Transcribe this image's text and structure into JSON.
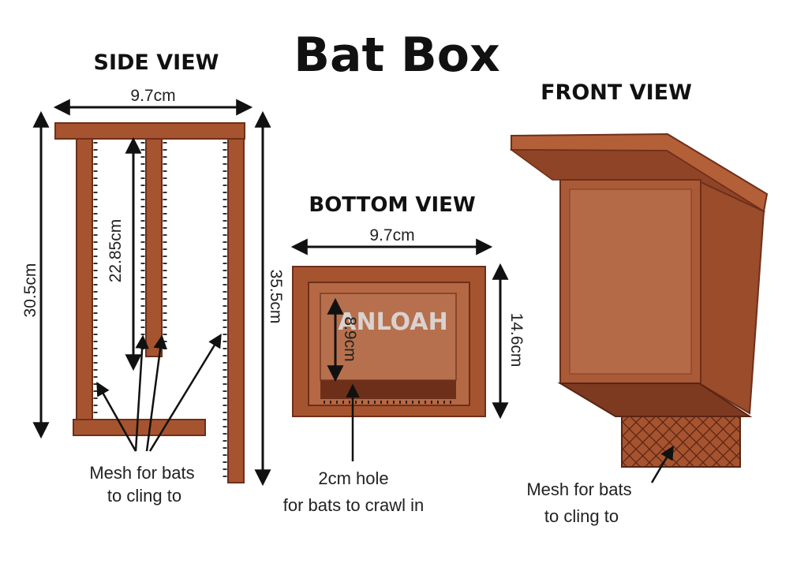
{
  "title": "Bat Box",
  "views": {
    "side": {
      "heading": "SIDE VIEW",
      "width_label": "9.7cm",
      "height_outer_label": "30.5cm",
      "height_inner_label": "22.85cm",
      "height_total_label": "35.5cm",
      "caption_line1": "Mesh for bats",
      "caption_line2": "to cling to"
    },
    "bottom": {
      "heading": "BOTTOM VIEW",
      "width_label": "9.7cm",
      "inner_label": "8.9cm",
      "height_label": "14.6cm",
      "caption_line1": "2cm hole",
      "caption_line2": "for bats to crawl in"
    },
    "front": {
      "heading": "FRONT VIEW",
      "caption_line1": "Mesh for bats",
      "caption_line2": "to cling to"
    }
  },
  "watermark": "ANLOAH",
  "colors": {
    "wood": "#a6542f",
    "wood_dark": "#6e2f1a",
    "wood_light": "#b86a46",
    "ink": "#111111"
  }
}
